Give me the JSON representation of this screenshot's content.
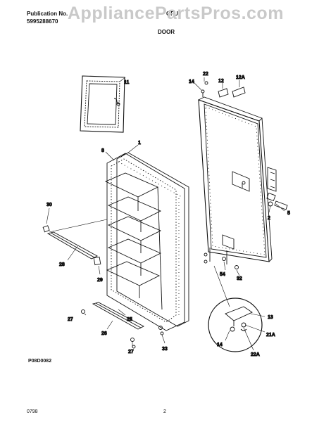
{
  "header": {
    "pub_label": "Publication No.",
    "pub_number": "5995288670",
    "model_partial": "GFU"
  },
  "watermark": "AppliancePartsPros.com",
  "title": "DOOR",
  "diagram_code": "P08D0082",
  "footer": {
    "date_code": "0798",
    "page_number": "2"
  },
  "callouts": {
    "c1": "1",
    "c2": "2",
    "c5": "5",
    "c8": "8",
    "c11": "11",
    "c12": "12",
    "c12a": "12A",
    "c13": "13",
    "c14a": "14",
    "c14b": "14",
    "c21a": "21A",
    "c22": "22",
    "c22a": "22A",
    "c25": "25",
    "c26": "26",
    "c27a": "27",
    "c27b": "27",
    "c28": "28",
    "c29": "29",
    "c30": "30",
    "c32": "32",
    "c33": "33",
    "c54": "54"
  },
  "colors": {
    "line": "#111111",
    "watermark": "#c9c9c9",
    "paper": "#ffffff"
  }
}
